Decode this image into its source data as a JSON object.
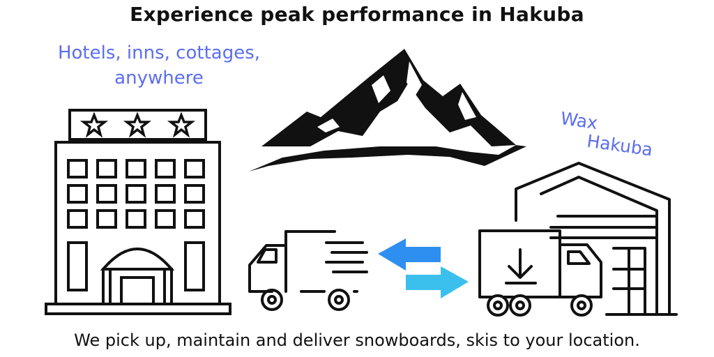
{
  "headline": "Experience peak performance in Hakuba",
  "hotels_caption": {
    "line1": "Hotels, inns, cottages,",
    "line2": "anywhere"
  },
  "brand": {
    "line1": "Wax",
    "line2": "Hakuba"
  },
  "footer": "We pick up, maintain and deliver snowboards, skis to your location.",
  "colors": {
    "accent_text": "#5b6ef0",
    "arrow_left": "#2f8ff0",
    "arrow_right": "#3bc0ee",
    "ink": "#111111"
  },
  "icons": [
    "hotel-icon",
    "mountain-icon",
    "delivery-truck-icon",
    "exchange-arrows-icon",
    "warehouse-truck-icon"
  ]
}
